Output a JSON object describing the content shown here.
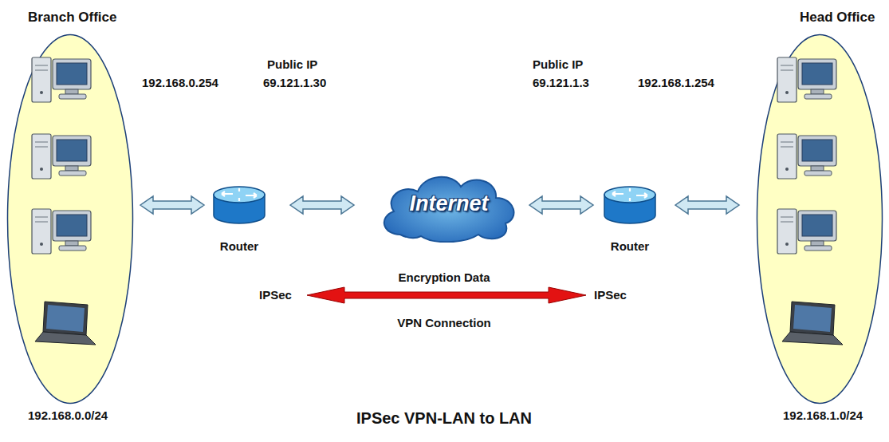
{
  "diagram": {
    "caption": "IPSec VPN-LAN to LAN",
    "nodes": [
      {
        "text": [
          "Branch Office",
          "192.168.0.0/24"
        ]
      },
      {
        "text": [
          "Router"
        ]
      },
      {
        "text": [
          "Internet"
        ]
      },
      {
        "text": [
          "Router"
        ]
      },
      {
        "text": [
          "Head Office",
          "192.168.1.0/24"
        ]
      }
    ],
    "edges": [
      {
        "from": 0,
        "to": 1,
        "arrow": "both"
      },
      {
        "from": 1,
        "to": 2,
        "arrow": "both"
      },
      {
        "from": 2,
        "to": 3,
        "arrow": "both"
      },
      {
        "from": 3,
        "to": 4,
        "arrow": "both"
      }
    ],
    "labels": [
      "Public IP",
      "192.168.0.254",
      "69.121.1.30",
      "Public IP",
      "69.121.1.3",
      "192.168.1.254",
      "IPSec",
      "Encryption Data",
      "IPSec",
      "VPN Connection"
    ]
  }
}
